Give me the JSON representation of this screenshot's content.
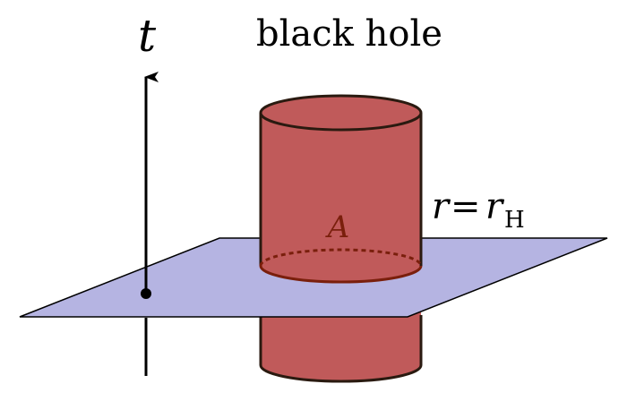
{
  "diagram": {
    "title": "black hole",
    "time_axis_label": "t",
    "area_label": "A",
    "horizon_label": {
      "lhs": "r",
      "eq": "=",
      "rhs": "r",
      "rhs_subscript": "H"
    }
  },
  "colors": {
    "cylinder_fill": "#c05a5a",
    "cylinder_stroke": "#2a1a10",
    "area_ring": "#7a1f0c",
    "slice_fill": "#b5b4e2",
    "axis": "#000000",
    "text": "#000000"
  }
}
